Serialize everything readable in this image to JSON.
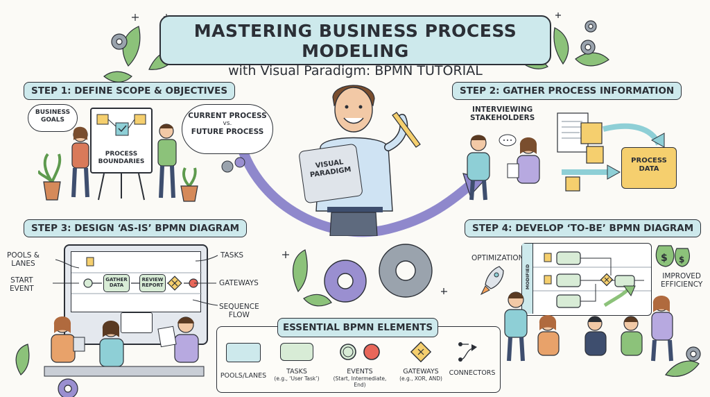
{
  "title": {
    "line1": "MASTERING BUSINESS PROCESS MODELING",
    "line2": "with Visual Paradigm: BPMN TUTORIAL"
  },
  "step1": {
    "heading": "STEP 1:  DEFINE SCOPE & OBJECTIVES",
    "business_goals": [
      "BUSINESS",
      "GOALS"
    ],
    "board_label": [
      "PROCESS",
      "BOUNDARIES"
    ],
    "cloud": [
      "CURRENT PROCESS",
      "vs.",
      "FUTURE PROCESS"
    ]
  },
  "center": {
    "tablet_label": [
      "VISUAL",
      "PARADIGM"
    ]
  },
  "step2": {
    "heading": "STEP 2:  GATHER PROCESS INFORMATION",
    "interviewing": [
      "INTERVIEWING",
      "STAKEHOLDERS"
    ],
    "folder_label": [
      "PROCESS",
      "DATA"
    ]
  },
  "step3": {
    "heading": "STEP 3:  DESIGN ‘AS-IS’ BPMN DIAGRAM",
    "pools": [
      "POOLS &",
      "LANES"
    ],
    "start_event": [
      "START",
      "EVENT"
    ],
    "tasks": "TASKS",
    "gateways": "GATEWAYS",
    "sequence_flow": [
      "SEQUENCE",
      "FLOW"
    ],
    "task1": [
      "GATHER",
      "DATA"
    ],
    "task2": [
      "REVIEW",
      "REPORT"
    ]
  },
  "step4": {
    "heading": "STEP 4:  DEVELOP ‘TO-BE’ BPMN DIAGRAM",
    "optimization": "OPTIMIZATION",
    "improved": [
      "IMPROVED",
      "EFFICIENCY"
    ],
    "lane_label": "MODIFIED"
  },
  "elements": {
    "heading": "ESSENTIAL BPMN ELEMENTS",
    "items": [
      {
        "label": "POOLS/LANES",
        "sub": []
      },
      {
        "label": "TASKS",
        "sub": [
          "(e.g., ‘User Task’)"
        ]
      },
      {
        "label": "EVENTS",
        "sub": [
          "(Start, Intermediate,",
          "End)"
        ]
      },
      {
        "label": "GATEWAYS",
        "sub": [
          "(e.g., XOR, AND)"
        ]
      },
      {
        "label": "CONNECTORS",
        "sub": []
      }
    ]
  },
  "colors": {
    "banner": "#cde9ec",
    "task_green": "#d8ecd6",
    "event_red": "#e8675a",
    "gateway_yellow": "#f5cf6e",
    "arrow_purple": "#8f88cc",
    "leaf_green": "#8cc27a",
    "gear_purple": "#9a8fd0",
    "gear_gray": "#9aa3ad"
  }
}
